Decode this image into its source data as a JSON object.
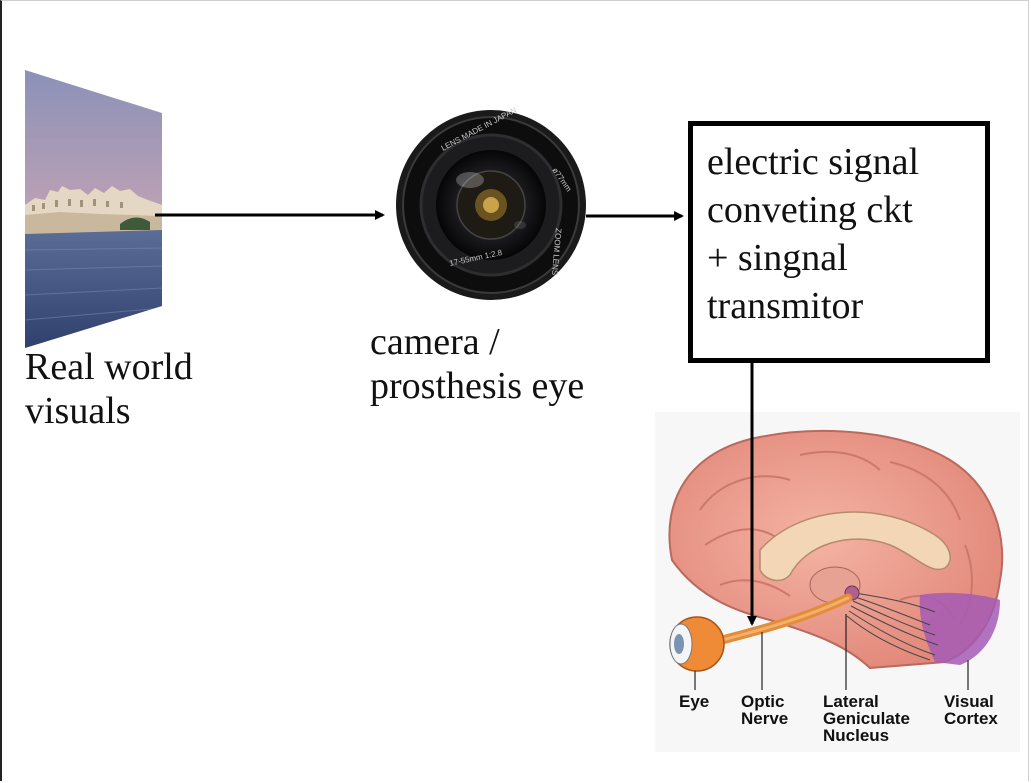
{
  "labels": {
    "real_world_line1": "Real world",
    "real_world_line2": "visuals",
    "camera_line1": "camera /",
    "camera_line2": "prosthesis eye"
  },
  "box": {
    "lines": [
      "electric signal",
      "conveting ckt",
      "+ singnal",
      "transmitor"
    ]
  },
  "lens": {
    "text_top": "LENS MADE IN JAPAN",
    "text_right": "ZOOM LENS",
    "text_bottom": "17-55mm 1:2.8",
    "text_mm": "ø77mm"
  },
  "brain": {
    "eye": "Eye",
    "optic_line1": "Optic",
    "optic_line2": "Nerve",
    "lgn_line1": "Lateral",
    "lgn_line2": "Geniculate",
    "lgn_line3": "Nucleus",
    "cortex_line1": "Visual",
    "cortex_line2": "Cortex"
  }
}
